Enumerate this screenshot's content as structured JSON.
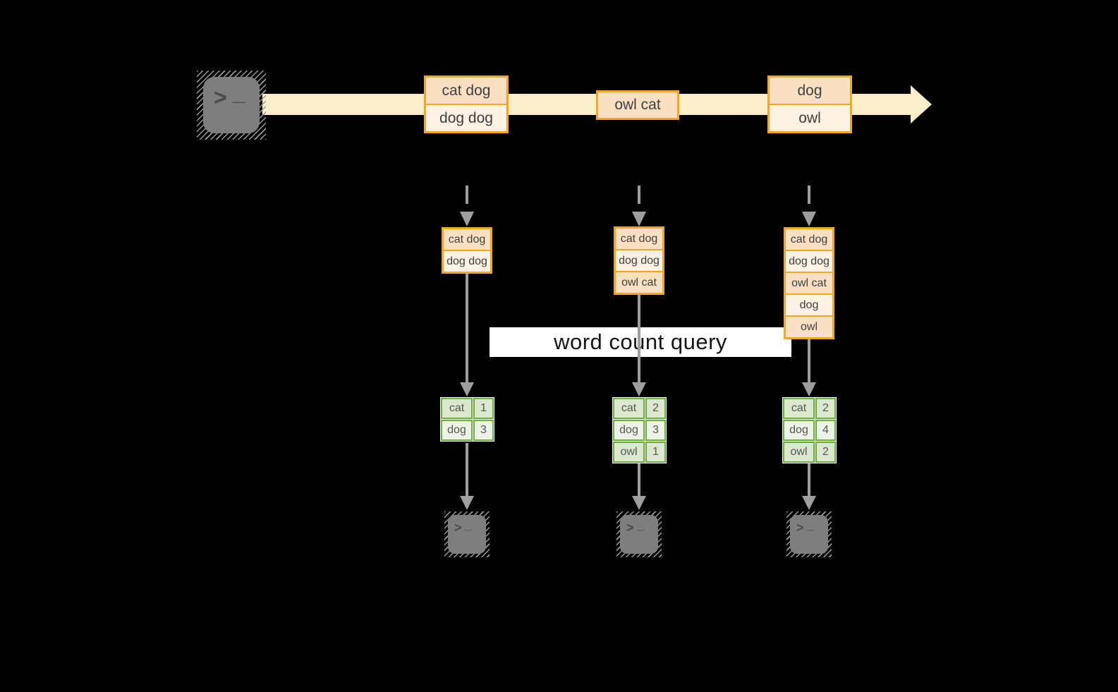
{
  "query_label": "word count query",
  "stream": {
    "batches": [
      {
        "rows": [
          "cat dog",
          "dog dog"
        ]
      },
      {
        "rows": [
          "owl cat"
        ]
      },
      {
        "rows": [
          "dog",
          "owl"
        ]
      }
    ]
  },
  "states": [
    {
      "rows": [
        "cat dog",
        "dog dog"
      ]
    },
    {
      "rows": [
        "cat dog",
        "dog dog",
        "owl cat"
      ]
    },
    {
      "rows": [
        "cat dog",
        "dog dog",
        "owl cat",
        "dog",
        "owl"
      ]
    }
  ],
  "results": [
    {
      "rows": [
        {
          "word": "cat",
          "count": "1"
        },
        {
          "word": "dog",
          "count": "3"
        }
      ]
    },
    {
      "rows": [
        {
          "word": "cat",
          "count": "2"
        },
        {
          "word": "dog",
          "count": "3"
        },
        {
          "word": "owl",
          "count": "1"
        }
      ]
    },
    {
      "rows": [
        {
          "word": "cat",
          "count": "2"
        },
        {
          "word": "dog",
          "count": "4"
        },
        {
          "word": "owl",
          "count": "2"
        }
      ]
    }
  ],
  "terminal_glyph": {
    "chevron": ">",
    "underscore": "_"
  },
  "colors": {
    "background": "#000000",
    "stream_fill": "#FAEFCA",
    "box_border": "#F2A81D",
    "box_fill_dark": "#FAE0C2",
    "box_fill_light": "#FDF2E4",
    "table_border": "#6CAE3E",
    "table_fill_dark": "#DBE8CE",
    "table_fill_light": "#EDF3E7",
    "arrow_gray": "#9E9E9E",
    "terminal_gray": "#7E7E7E",
    "query_label_bg": "#FFFFFF",
    "text_dark": "#3F3F3F"
  }
}
